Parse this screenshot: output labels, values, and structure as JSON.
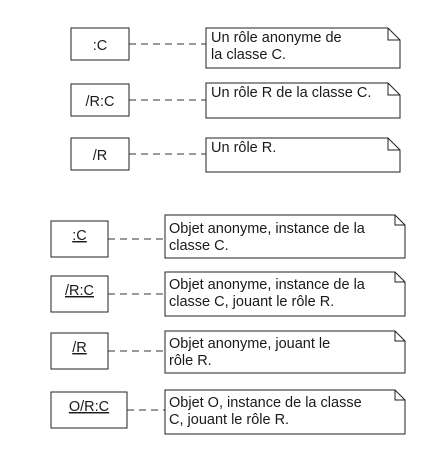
{
  "rows": [
    {
      "box": ":C",
      "underline": false,
      "note": [
        "Un rôle anonyme de",
        "la classe C."
      ]
    },
    {
      "box": "/R:C",
      "underline": false,
      "note": [
        "Un rôle R de la classe C."
      ]
    },
    {
      "box": "/R",
      "underline": false,
      "note": [
        "Un rôle R."
      ]
    },
    {
      "box": ":C",
      "underline": true,
      "note": [
        "Objet anonyme, instance de la",
        "classe C."
      ]
    },
    {
      "box": "/R:C",
      "underline": true,
      "note": [
        "Objet anonyme, instance de la",
        "classe C, jouant le rôle R."
      ]
    },
    {
      "box": "/R",
      "underline": true,
      "note": [
        "Objet anonyme, jouant le",
        "rôle R."
      ]
    },
    {
      "box": "O/R:C",
      "underline": true,
      "note": [
        "Objet O, instance de la classe",
        "C, jouant le rôle R."
      ]
    }
  ]
}
